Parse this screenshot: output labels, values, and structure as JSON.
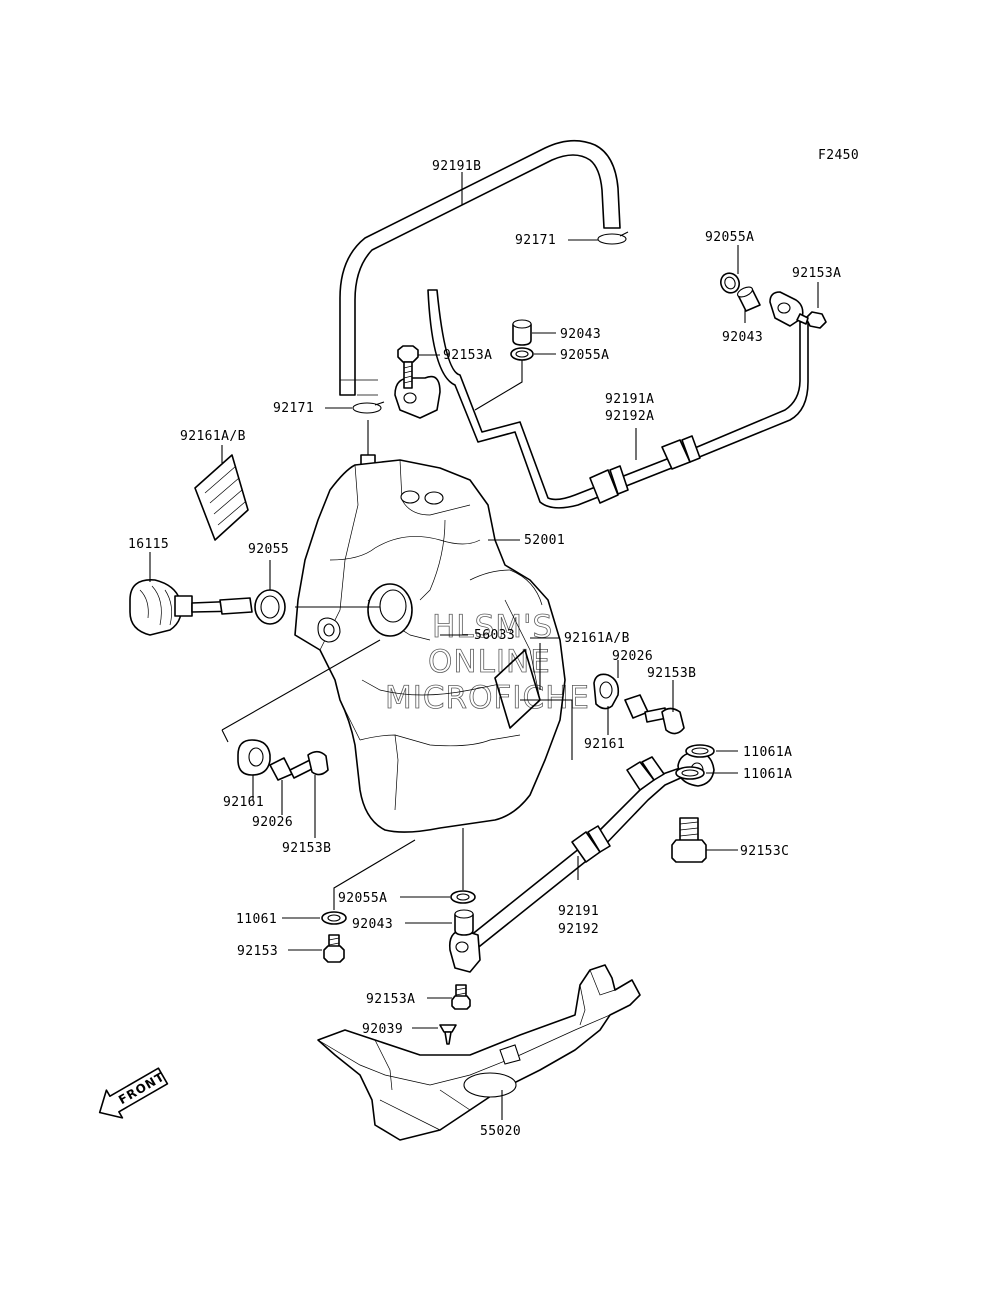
{
  "figure_code": "F2450",
  "watermark": [
    "HLSM'S",
    "ONLINE",
    "MICROFICHE"
  ],
  "front_marker": "FRONT",
  "labels": {
    "p92191B": "92191B",
    "p92171_top": "92171",
    "p92055A_tr": "92055A",
    "p92153A_tr": "92153A",
    "p92043_r": "92043",
    "p92043_c": "92043",
    "p92153A_c": "92153A",
    "p92055A_c": "92055A",
    "p92171_l": "92171",
    "p92191A": "92191A",
    "p92192A": "92192A",
    "p92161AB_l": "92161A/B",
    "p52001": "52001",
    "p16115": "16115",
    "p92055": "92055",
    "p56033": "56033",
    "p92161AB_r": "92161A/B",
    "p92026_r": "92026",
    "p92153B_r": "92153B",
    "p92161_r": "92161",
    "p11061A_1": "11061A",
    "p11061A_2": "11061A",
    "p92161_l": "92161",
    "p92026_l": "92026",
    "p92153B_l": "92153B",
    "p92153C": "92153C",
    "p92055A_b": "92055A",
    "p11061": "11061",
    "p92043_b": "92043",
    "p92191": "92191",
    "p92192": "92192",
    "p92153": "92153",
    "p92153A_b": "92153A",
    "p92039": "92039",
    "p55020": "55020"
  }
}
